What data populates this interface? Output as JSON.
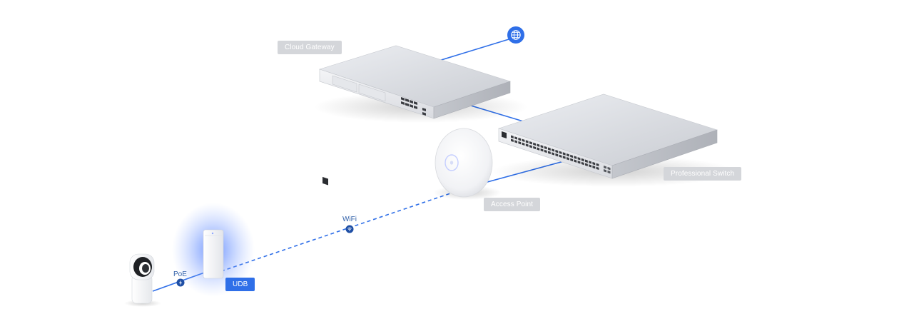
{
  "labels": {
    "cloud_gateway": "Cloud Gateway",
    "professional_switch": "Professional Switch",
    "access_point": "Access Point",
    "udb": "UDB",
    "wifi": "WiFi",
    "poe": "PoE"
  },
  "icons": {
    "internet": "globe-icon",
    "wifi_node": "wifi-icon",
    "poe_node": "lightning-icon"
  },
  "colors": {
    "link": "#2f6fe8",
    "label_background": "#d4d6da",
    "udb_label_background": "#2f6fe8",
    "glow": "#4d7dff"
  }
}
